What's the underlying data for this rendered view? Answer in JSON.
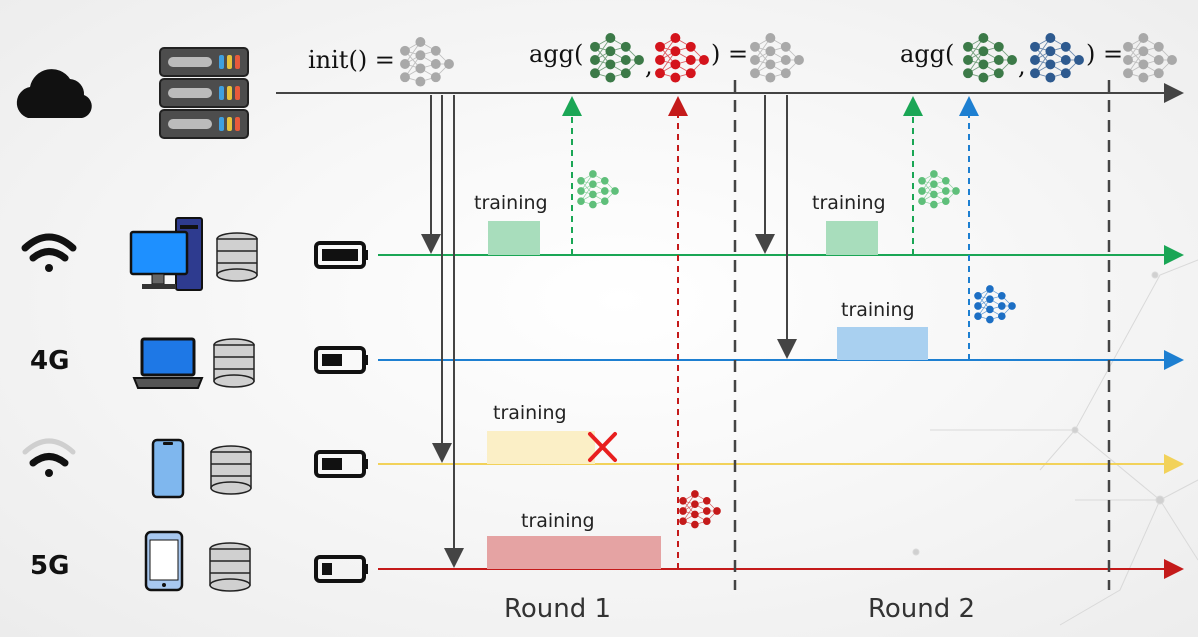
{
  "server": {
    "init_label": "init() =",
    "agg_open": "agg(",
    "comma": ",",
    "agg_close": ") ="
  },
  "rows": [
    {
      "network": "",
      "network_icon": "wifi-full-icon",
      "device": "desktop-computer-icon",
      "battery": "battery-full-icon",
      "training_label": "training",
      "color": "#1aa655"
    },
    {
      "network": "4G",
      "device": "laptop-icon",
      "battery": "battery-half-icon",
      "training_label": "training",
      "color": "#1d7fd1"
    },
    {
      "network": "",
      "network_icon": "wifi-weak-icon",
      "device": "smartphone-icon",
      "battery": "battery-half-icon",
      "training_label": "training",
      "color": "#f2d25a"
    },
    {
      "network": "5G",
      "device": "tablet-phone-icon",
      "battery": "battery-low-icon",
      "training_label": "training",
      "color": "#c41a1a"
    }
  ],
  "rounds": [
    "Round 1",
    "Round 2"
  ],
  "colors": {
    "green": "#1aa655",
    "blue": "#1d7fd1",
    "yellow": "#f2d25a",
    "red": "#c41a1a",
    "gray": "#444444"
  }
}
